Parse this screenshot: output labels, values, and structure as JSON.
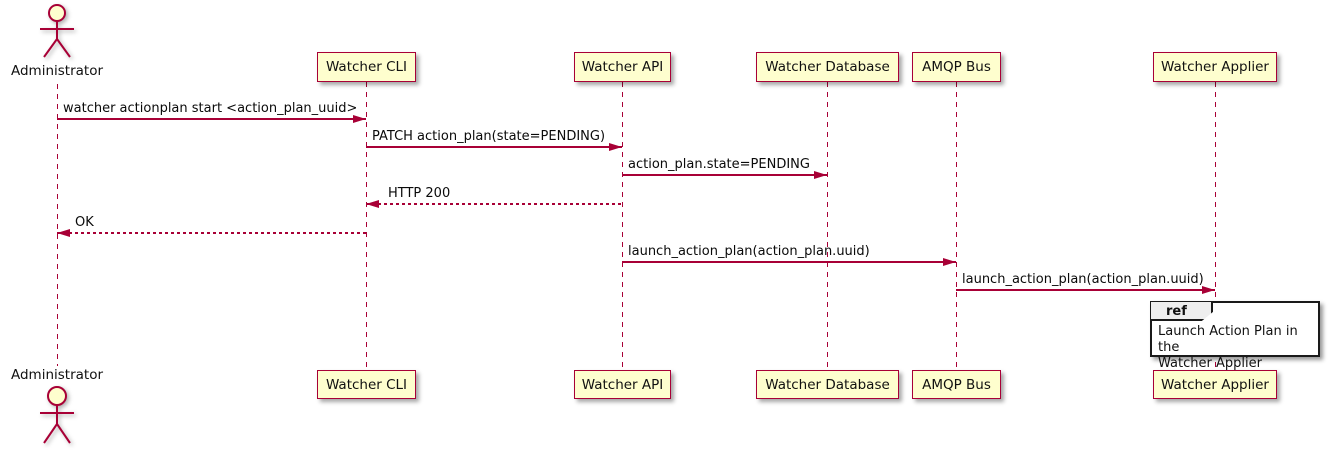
{
  "diagram": {
    "type": "uml-sequence",
    "colors": {
      "accent": "#A80036",
      "participant_fill": "#FEFECE",
      "actor_head_fill": "#FEFECE",
      "ref_header_fill": "#EEEEEE",
      "ref_border": "#1A1A1A",
      "text": "#000000",
      "background": "#FFFFFF"
    }
  },
  "actors": {
    "administrator": {
      "name": "Administrator"
    }
  },
  "participants": [
    {
      "name": "Watcher CLI"
    },
    {
      "name": "Watcher API"
    },
    {
      "name": "Watcher Database"
    },
    {
      "name": "AMQP Bus"
    },
    {
      "name": "Watcher Applier"
    }
  ],
  "messages": [
    {
      "from": "Administrator",
      "to": "Watcher CLI",
      "label": "watcher actionplan start <action_plan_uuid>",
      "line": "solid"
    },
    {
      "from": "Watcher CLI",
      "to": "Watcher API",
      "label": "PATCH action_plan(state=PENDING)",
      "line": "solid"
    },
    {
      "from": "Watcher API",
      "to": "Watcher Database",
      "label": "action_plan.state=PENDING",
      "line": "solid"
    },
    {
      "from": "Watcher API",
      "to": "Watcher CLI",
      "label": "HTTP 200",
      "line": "dashed"
    },
    {
      "from": "Watcher CLI",
      "to": "Administrator",
      "label": "OK",
      "line": "dashed"
    },
    {
      "from": "Watcher API",
      "to": "AMQP Bus",
      "label": "launch_action_plan(action_plan.uuid)",
      "line": "solid"
    },
    {
      "from": "AMQP Bus",
      "to": "Watcher Applier",
      "label": "launch_action_plan(action_plan.uuid)",
      "line": "solid"
    }
  ],
  "ref": {
    "keyword": "ref",
    "text": "Launch Action Plan in the\nWatcher Applier"
  }
}
